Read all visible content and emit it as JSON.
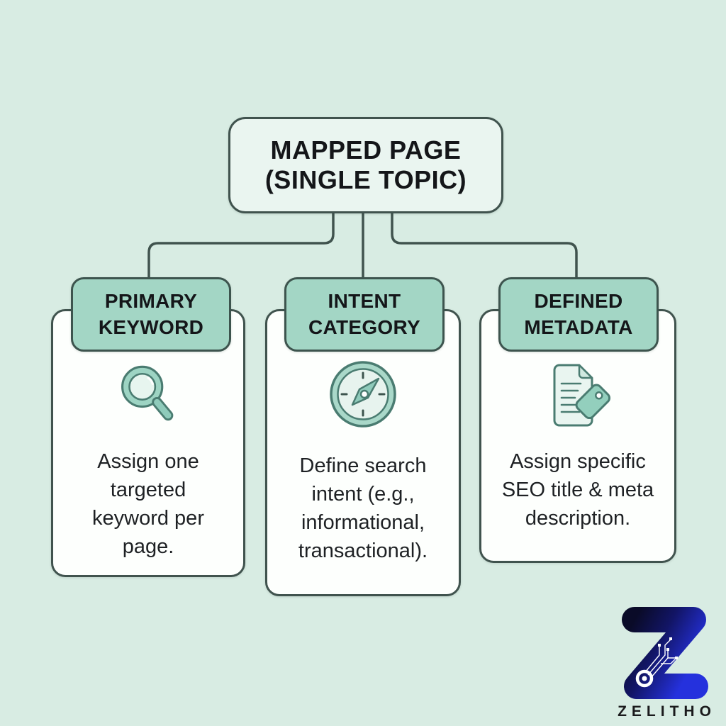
{
  "page": {
    "background_color": "#d8ece3",
    "outline_color": "#40534e",
    "accent_teal": "#a3d6c5",
    "icon_fill_teal": "#8fcbbb",
    "icon_outline_teal": "#4a7c71",
    "card_background": "#fdfffd",
    "root_box_background": "#eaf5f0"
  },
  "diagram": {
    "root": {
      "title": "MAPPED PAGE\n(SINGLE TOPIC)"
    },
    "nodes": [
      {
        "id": "primary-keyword",
        "header": "PRIMARY\nKEYWORD",
        "icon": "magnifier-icon",
        "body": "Assign one\ntargeted\nkeyword per\npage."
      },
      {
        "id": "intent-category",
        "header": "INTENT\nCATEGORY",
        "icon": "compass-icon",
        "body": "Define search\nintent (e.g.,\ninformational,\ntransactional)."
      },
      {
        "id": "defined-metadata",
        "header": "DEFINED\nMETADATA",
        "icon": "document-tag-icon",
        "body": "Assign specific\nSEO title & meta\ndescription."
      }
    ]
  },
  "branding": {
    "name": "ZELITHO",
    "logo_letter": "Z",
    "logo_gradient_start": "#0a0b28",
    "logo_gradient_end": "#2531dd"
  }
}
